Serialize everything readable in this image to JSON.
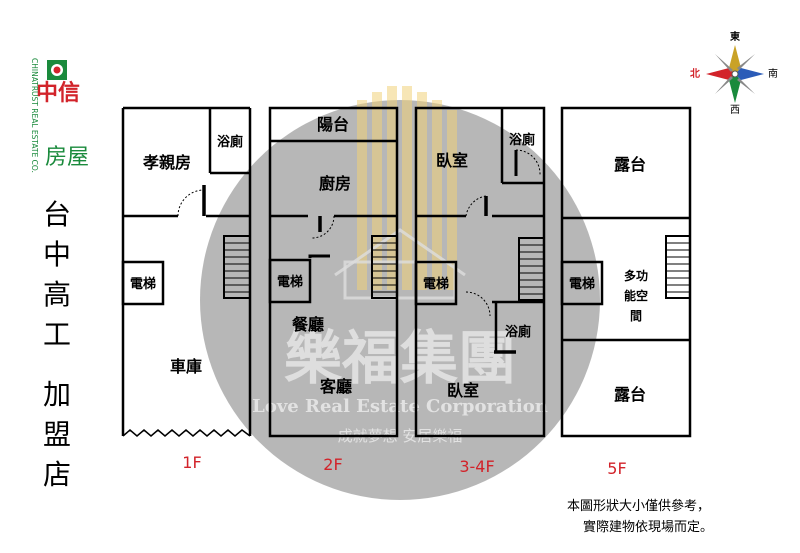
{
  "brand": {
    "name_top": "中信",
    "name_bottom": "房屋",
    "vertical_en": "CHINATRUST REAL ESTATE CO.",
    "colors": {
      "green": "#1a8a3c",
      "red": "#d2232a"
    }
  },
  "branch_name_chars": [
    "台",
    "中",
    "高",
    "工",
    "加",
    "盟",
    "店"
  ],
  "compass": {
    "north": "北",
    "east": "東",
    "south": "南",
    "west": "西"
  },
  "watermark": {
    "cn": "樂福集團",
    "en": "Love Real Estate Corporation",
    "slogan": "成就夢想 安居樂福"
  },
  "floors": [
    {
      "label": "1F",
      "rooms": {
        "parent_room": "孝親房",
        "bath": "浴廁",
        "elevator": "電梯",
        "garage": "車庫"
      }
    },
    {
      "label": "2F",
      "rooms": {
        "balcony": "陽台",
        "kitchen": "廚房",
        "elevator": "電梯",
        "dining": "餐廳",
        "living": "客廳"
      }
    },
    {
      "label": "3-4F",
      "rooms": {
        "bedroom_top": "臥室",
        "bath_top": "浴廁",
        "elevator": "電梯",
        "bath_mid": "浴廁",
        "bedroom_bottom": "臥室"
      }
    },
    {
      "label": "5F",
      "rooms": {
        "terrace_top": "露台",
        "elevator": "電梯",
        "multi_1": "多功",
        "multi_2": "能空",
        "multi_3": "間",
        "terrace_bottom": "露台"
      }
    }
  ],
  "disclaimer": {
    "line1": "本圖形狀大小僅供參考，",
    "line2": "實際建物依現場而定。"
  },
  "colors": {
    "wall": "#000000",
    "floor_label": "#d2232a",
    "watermark_gray": "#8a8a8a",
    "accent_gold": "#e8c46a"
  }
}
